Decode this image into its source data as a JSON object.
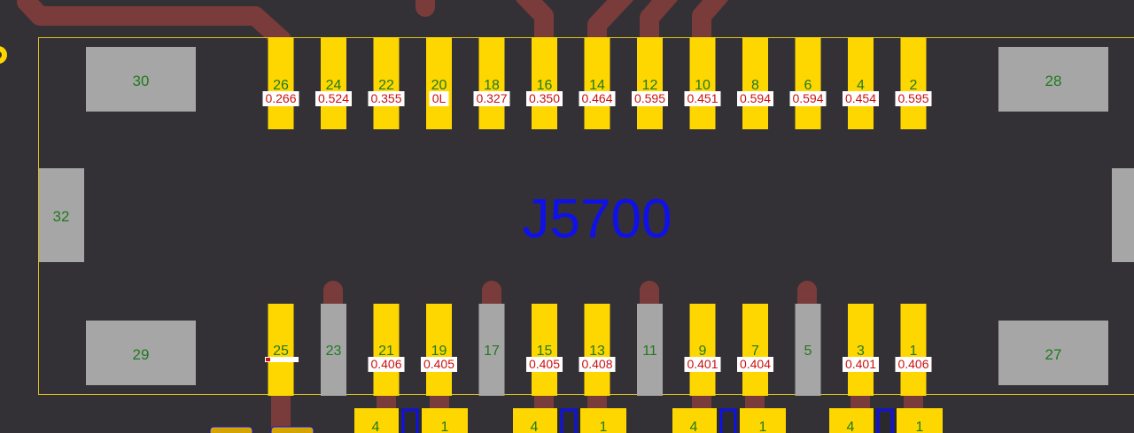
{
  "connector": {
    "designator": "J5700"
  },
  "top_pins": [
    {
      "num": "26",
      "value": "0.266"
    },
    {
      "num": "24",
      "value": "0.524"
    },
    {
      "num": "22",
      "value": "0.355"
    },
    {
      "num": "20",
      "value": "0L"
    },
    {
      "num": "18",
      "value": "0.327"
    },
    {
      "num": "16",
      "value": "0.350"
    },
    {
      "num": "14",
      "value": "0.464"
    },
    {
      "num": "12",
      "value": "0.595"
    },
    {
      "num": "10",
      "value": "0.451"
    },
    {
      "num": "8",
      "value": "0.594"
    },
    {
      "num": "6",
      "value": "0.594"
    },
    {
      "num": "4",
      "value": "0.454"
    },
    {
      "num": "2",
      "value": "0.595"
    }
  ],
  "bottom_pins": [
    {
      "num": "25",
      "value": "",
      "ground": false
    },
    {
      "num": "23",
      "value": "",
      "ground": true
    },
    {
      "num": "21",
      "value": "0.406",
      "ground": false
    },
    {
      "num": "19",
      "value": "0.405",
      "ground": false
    },
    {
      "num": "17",
      "value": "",
      "ground": true
    },
    {
      "num": "15",
      "value": "0.405",
      "ground": false
    },
    {
      "num": "13",
      "value": "0.408",
      "ground": false
    },
    {
      "num": "11",
      "value": "",
      "ground": true
    },
    {
      "num": "9",
      "value": "0.401",
      "ground": false
    },
    {
      "num": "7",
      "value": "0.404",
      "ground": false
    },
    {
      "num": "5",
      "value": "",
      "ground": true
    },
    {
      "num": "3",
      "value": "0.401",
      "ground": false
    },
    {
      "num": "1",
      "value": "0.406",
      "ground": false
    }
  ],
  "mount_pads": {
    "top_left": "30",
    "top_right": "28",
    "bottom_left": "29",
    "bottom_right": "27",
    "side_left": "32"
  },
  "lower_components": [
    {
      "left_pad": "4",
      "right_pad": "1"
    },
    {
      "left_pad": "4",
      "right_pad": "1"
    },
    {
      "left_pad": "4",
      "right_pad": "1"
    },
    {
      "left_pad": "4",
      "right_pad": "1"
    }
  ],
  "colors": {
    "board": "#333136",
    "outline": "#d9c021",
    "signal_pad": "#ffd700",
    "ground_pad": "#a6a6a6",
    "trace": "#7a3b3b",
    "pin_number": "#1f7a1f",
    "value_text": "#cc1111",
    "designator": "#1010e8"
  }
}
